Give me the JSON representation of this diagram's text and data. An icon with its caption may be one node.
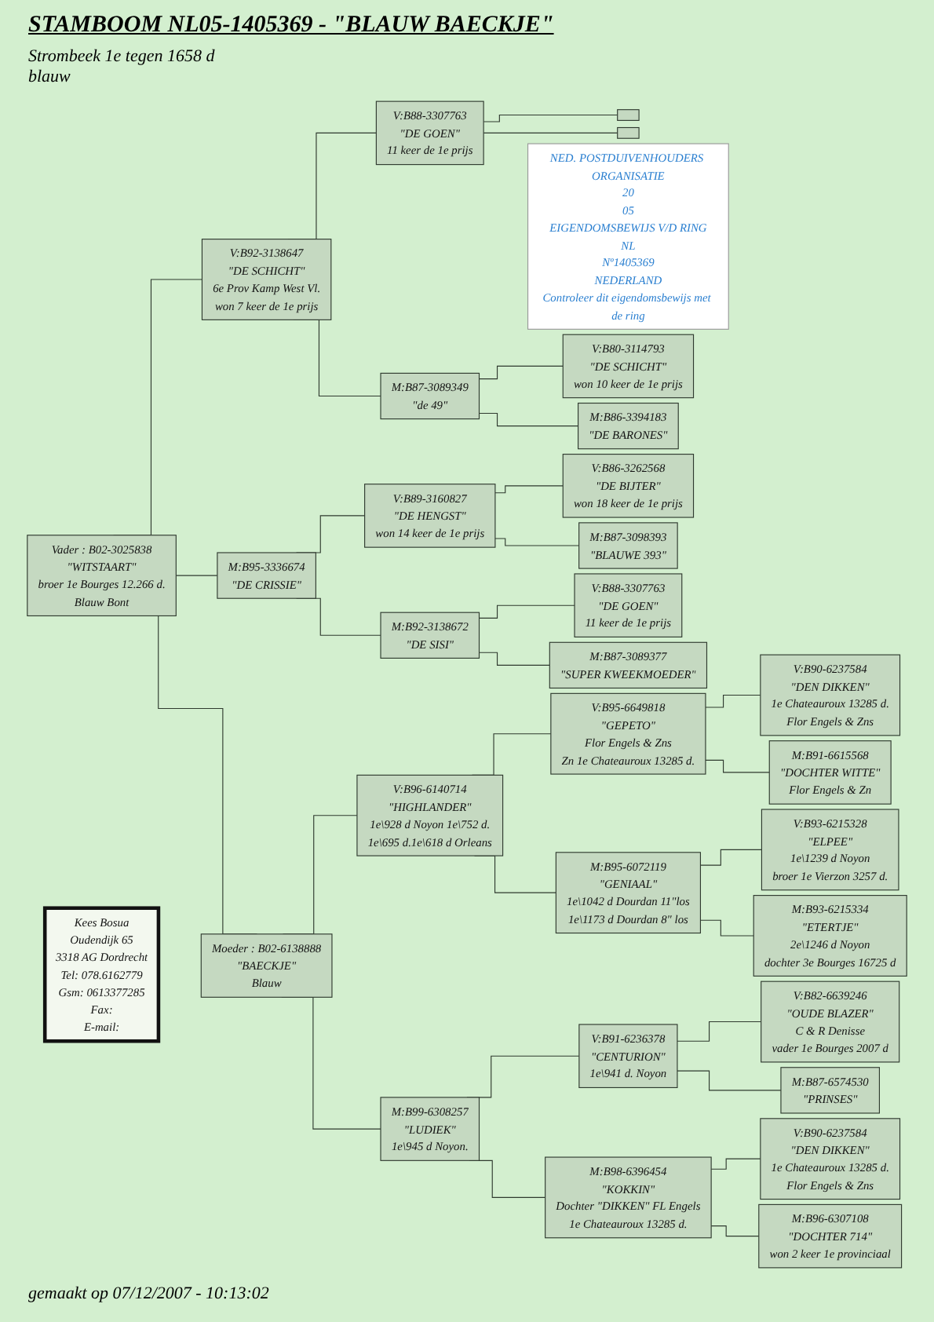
{
  "diagram": {
    "title": "STAMBOOM  NL05-1405369 - \"BLAUW BAECKJE\"",
    "nodes": [
      {
        "text": [
          "Vader : B02-3025838",
          "\"WITSTAART\"",
          "broer 1e Bourges 12.266 d.",
          "Blauw Bont"
        ]
      },
      {
        "text": [
          "V:B92-3138647",
          "\"DE SCHICHT\"",
          "6e Prov Kamp West Vl.",
          "won 7 keer de 1e prijs"
        ]
      },
      {
        "text": [
          "V:B88-3307763",
          "\"DE GOEN\"",
          "11 keer de 1e prijs"
        ]
      },
      {
        "text": [],
        "shape": "box"
      },
      {
        "text": [],
        "shape": "box"
      },
      {
        "text": [
          "M:B87-3089349",
          "\"de 49\""
        ]
      },
      {
        "text": [
          "V:B80-3114793",
          "\"DE SCHICHT\"",
          "won 10 keer de 1e prijs"
        ]
      },
      {
        "text": [
          "M:B86-3394183",
          "\"DE BARONES\""
        ]
      },
      {
        "text": [
          "M:B95-3336674",
          "\"DE CRISSIE\""
        ]
      },
      {
        "text": [
          "V:B89-3160827",
          "\"DE HENGST\"",
          "won 14 keer de 1e prijs"
        ]
      },
      {
        "text": [
          "V:B86-3262568",
          "\"DE BIJTER\"",
          "won 18 keer de 1e prijs"
        ]
      },
      {
        "text": [
          "M:B87-3098393",
          "\"BLAUWE 393\""
        ]
      },
      {
        "text": [
          "M:B92-3138672",
          "\"DE SISI\""
        ]
      },
      {
        "text": [
          "V:B88-3307763",
          "\"DE GOEN\"",
          "11 keer de 1e prijs"
        ]
      },
      {
        "text": [
          "M:B87-3089377",
          "\"SUPER KWEEKMOEDER\""
        ]
      },
      {
        "text": [
          "Moeder : B02-6138888",
          "\"BAECKJE\"",
          "Blauw"
        ]
      },
      {
        "text": [
          "V:B96-6140714",
          "\"HIGHLANDER\"",
          "1e\\928 d Noyon 1e\\752 d.",
          "1e\\695 d.1e\\618 d Orleans"
        ]
      },
      {
        "text": [
          "V:B95-6649818",
          "\"GEPETO\"",
          "Flor Engels & Zns",
          "Zn 1e Chateauroux 13285 d."
        ]
      },
      {
        "text": [
          "V:B90-6237584",
          "\"DEN DIKKEN\"",
          "1e Chateauroux 13285 d.",
          "Flor Engels & Zns"
        ]
      },
      {
        "text": [
          "M:B91-6615568",
          "\"DOCHTER WITTE\"",
          "Flor Engels & Zn"
        ]
      },
      {
        "text": [
          "M:B95-6072119",
          "\"GENIAAL\"",
          "1e\\1042 d Dourdan 11\"los",
          "1e\\1173 d Dourdan 8\" los"
        ]
      },
      {
        "text": [
          "V:B93-6215328",
          "\"ELPEE\"",
          "1e\\1239 d Noyon",
          "broer 1e Vierzon 3257 d."
        ]
      },
      {
        "text": [
          "M:B93-6215334",
          "\"ETERTJE\"",
          "2e\\1246 d Noyon",
          "dochter 3e Bourges 16725 d"
        ]
      },
      {
        "text": [
          "M:B99-6308257",
          "\"LUDIEK\"",
          "1e\\945 d Noyon."
        ]
      },
      {
        "text": [
          "V:B91-6236378",
          "\"CENTURION\"",
          "1e\\941 d. Noyon"
        ]
      },
      {
        "text": [
          "V:B82-6639246",
          "\"OUDE BLAZER\"",
          "C & R Denisse",
          "vader 1e Bourges 2007 d"
        ]
      },
      {
        "text": [
          "M:B87-6574530",
          "\"PRINSES\""
        ]
      },
      {
        "text": [
          "M:B98-6396454",
          "\"KOKKIN\"",
          "Dochter \"DIKKEN\" FL Engels",
          "1e Chateauroux 13285 d."
        ]
      },
      {
        "text": [
          "V:B90-6237584",
          "\"DEN DIKKEN\"",
          "1e Chateauroux 13285 d.",
          "Flor Engels & Zns"
        ]
      },
      {
        "text": [
          "M:B96-6307108",
          "\"DOCHTER 714\"",
          "won 2 keer 1e provinciaal"
        ]
      },
      {
        "text": [
          "Kees Bosua",
          "Oudendijk 65",
          "3318 AG Dordrecht",
          "Tel: 078.6162779",
          "Gsm: 0613377285",
          "Fax:",
          "E-mail:"
        ]
      },
      {
        "text": [
          "NED. POSTDUIVENHOUDERS ORGANISATIE",
          "20",
          "05",
          "EIGENDOMSBEWIJS V/D RING",
          "NL",
          "Nº1405369",
          "NEDERLAND",
          "Controleer dit eigendomsbewijs met de ring"
        ]
      }
    ],
    "edges": [
      {
        "from": 0,
        "to": 1,
        "arrow": "none"
      },
      {
        "from": 0,
        "to": 8,
        "arrow": "none"
      },
      {
        "from": 1,
        "to": 2,
        "arrow": "none"
      },
      {
        "from": 1,
        "to": 5,
        "arrow": "none"
      },
      {
        "from": 2,
        "to": 3,
        "arrow": "none"
      },
      {
        "from": 2,
        "to": 4,
        "arrow": "none"
      },
      {
        "from": 5,
        "to": 6,
        "arrow": "none"
      },
      {
        "from": 5,
        "to": 7,
        "arrow": "none"
      },
      {
        "from": 8,
        "to": 9,
        "arrow": "none"
      },
      {
        "from": 8,
        "to": 12,
        "arrow": "none"
      },
      {
        "from": 9,
        "to": 10,
        "arrow": "none"
      },
      {
        "from": 9,
        "to": 11,
        "arrow": "none"
      },
      {
        "from": 12,
        "to": 13,
        "arrow": "none"
      },
      {
        "from": 12,
        "to": 14,
        "arrow": "none"
      },
      {
        "from": 0,
        "to": 15,
        "arrow": "none"
      },
      {
        "from": 15,
        "to": 16,
        "arrow": "none"
      },
      {
        "from": 15,
        "to": 23,
        "arrow": "none"
      },
      {
        "from": 16,
        "to": 17,
        "arrow": "none"
      },
      {
        "from": 16,
        "to": 20,
        "arrow": "none"
      },
      {
        "from": 17,
        "to": 18,
        "arrow": "none"
      },
      {
        "from": 17,
        "to": 19,
        "arrow": "none"
      },
      {
        "from": 20,
        "to": 21,
        "arrow": "none"
      },
      {
        "from": 20,
        "to": 22,
        "arrow": "none"
      },
      {
        "from": 23,
        "to": 24,
        "arrow": "none"
      },
      {
        "from": 23,
        "to": 27,
        "arrow": "none"
      },
      {
        "from": 24,
        "to": 25,
        "arrow": "none"
      },
      {
        "from": 24,
        "to": 26,
        "arrow": "none"
      },
      {
        "from": 27,
        "to": 28,
        "arrow": "none"
      },
      {
        "from": 27,
        "to": 29,
        "arrow": "none"
      }
    ],
    "labels": [
      "Strombeek  1e tegen 1658 d",
      "blauw",
      "gemaakt op 07/12/2007 - 10:13:02"
    ]
  }
}
